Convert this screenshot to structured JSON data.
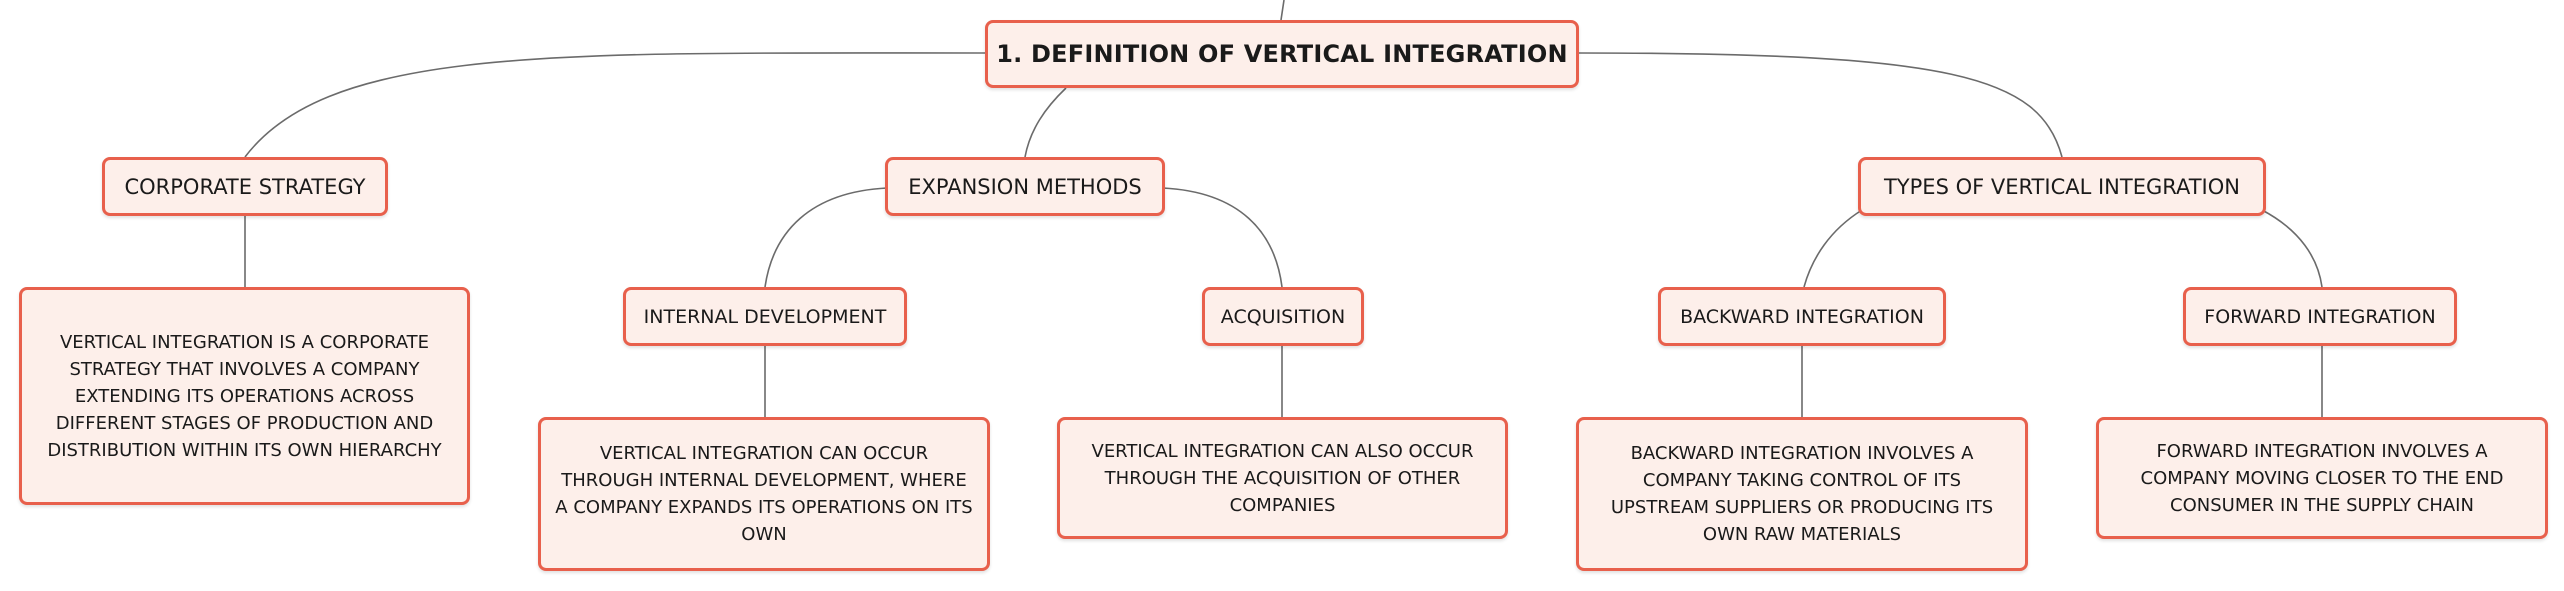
{
  "colors": {
    "node_fill": "#fdefea",
    "node_border": "#e8604c",
    "connector": "#6b6b6b"
  },
  "root": {
    "label": "1. DEFINITION OF VERTICAL INTEGRATION"
  },
  "corporate_strategy": {
    "label": "CORPORATE STRATEGY",
    "description": "VERTICAL INTEGRATION IS A CORPORATE STRATEGY THAT INVOLVES A COMPANY EXTENDING ITS OPERATIONS ACROSS DIFFERENT STAGES OF PRODUCTION AND DISTRIBUTION WITHIN ITS OWN HIERARCHY"
  },
  "expansion_methods": {
    "label": "EXPANSION METHODS",
    "internal_development": {
      "label": "INTERNAL DEVELOPMENT",
      "description": "VERTICAL INTEGRATION CAN OCCUR THROUGH INTERNAL DEVELOPMENT, WHERE A COMPANY EXPANDS ITS OPERATIONS ON ITS OWN"
    },
    "acquisition": {
      "label": "ACQUISITION",
      "description": "VERTICAL INTEGRATION CAN ALSO OCCUR THROUGH THE ACQUISITION OF OTHER COMPANIES"
    }
  },
  "types": {
    "label": "TYPES OF VERTICAL INTEGRATION",
    "backward": {
      "label": "BACKWARD INTEGRATION",
      "description": "BACKWARD INTEGRATION INVOLVES A COMPANY TAKING CONTROL OF ITS UPSTREAM SUPPLIERS OR PRODUCING ITS OWN RAW MATERIALS"
    },
    "forward": {
      "label": "FORWARD INTEGRATION",
      "description": "FORWARD INTEGRATION INVOLVES A COMPANY MOVING CLOSER TO THE END CONSUMER IN THE SUPPLY CHAIN"
    }
  }
}
